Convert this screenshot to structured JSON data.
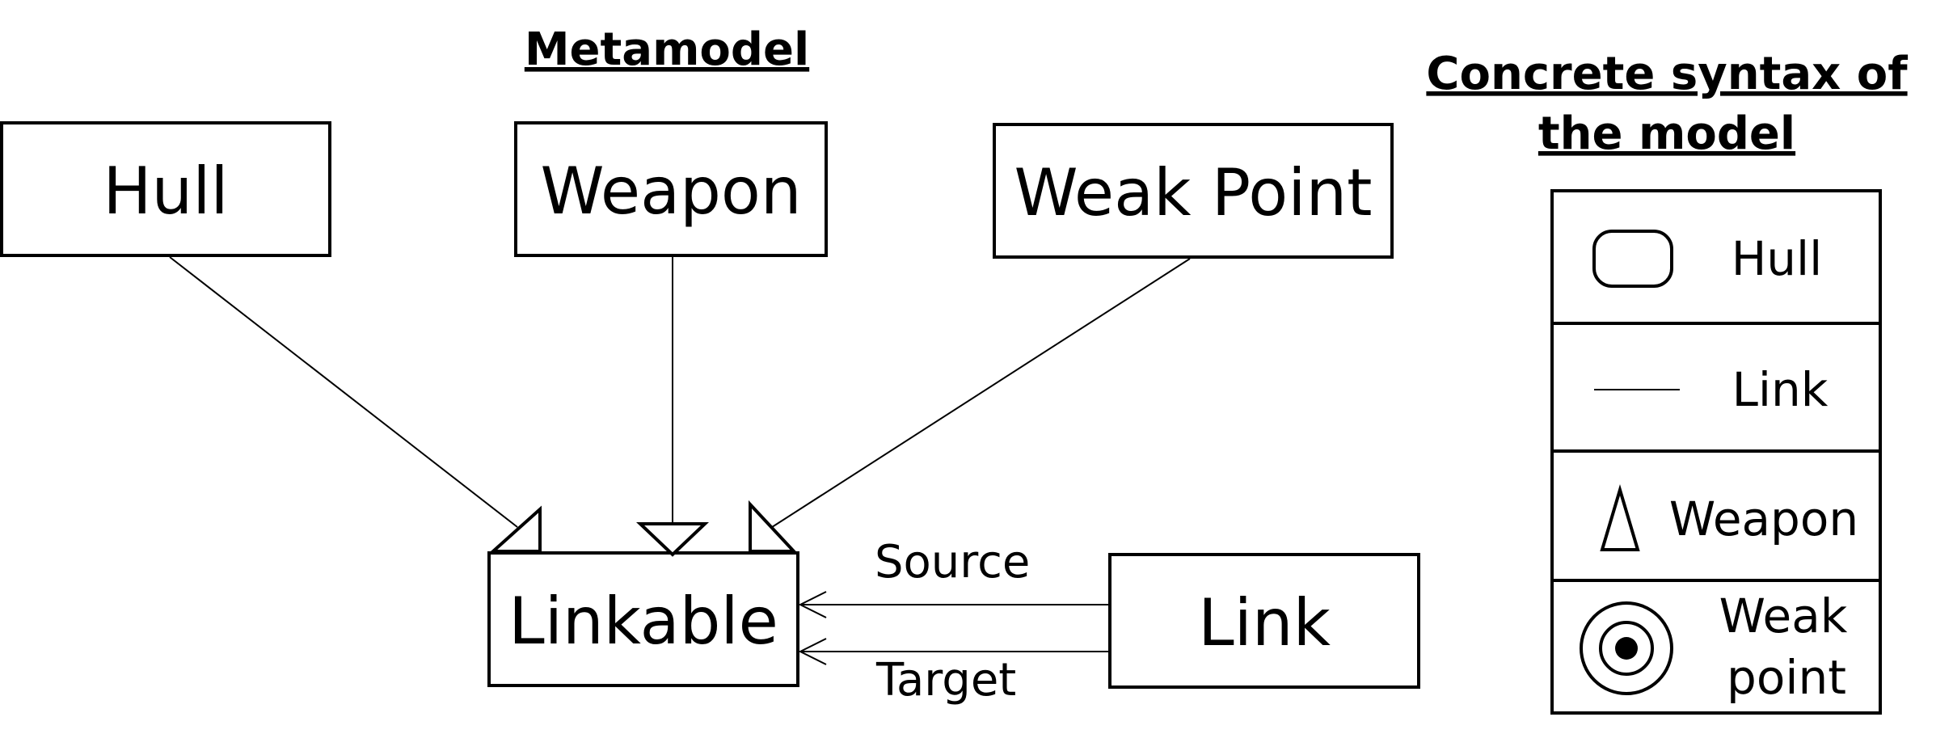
{
  "metamodel": {
    "title": "Metamodel",
    "classes": {
      "hull": "Hull",
      "weapon": "Weapon",
      "weak_point": "Weak Point",
      "linkable": "Linkable",
      "link": "Link"
    },
    "associations": {
      "source": "Source",
      "target": "Target"
    }
  },
  "legend": {
    "title_line1": "Concrete syntax of",
    "title_line2": "the model",
    "rows": [
      {
        "icon": "rounded-rectangle-icon",
        "label": "Hull"
      },
      {
        "icon": "line-icon",
        "label": "Link"
      },
      {
        "icon": "triangle-icon",
        "label": "Weapon"
      },
      {
        "icon": "target-circle-icon",
        "label_line1": "Weak",
        "label_line2": "point"
      }
    ]
  }
}
